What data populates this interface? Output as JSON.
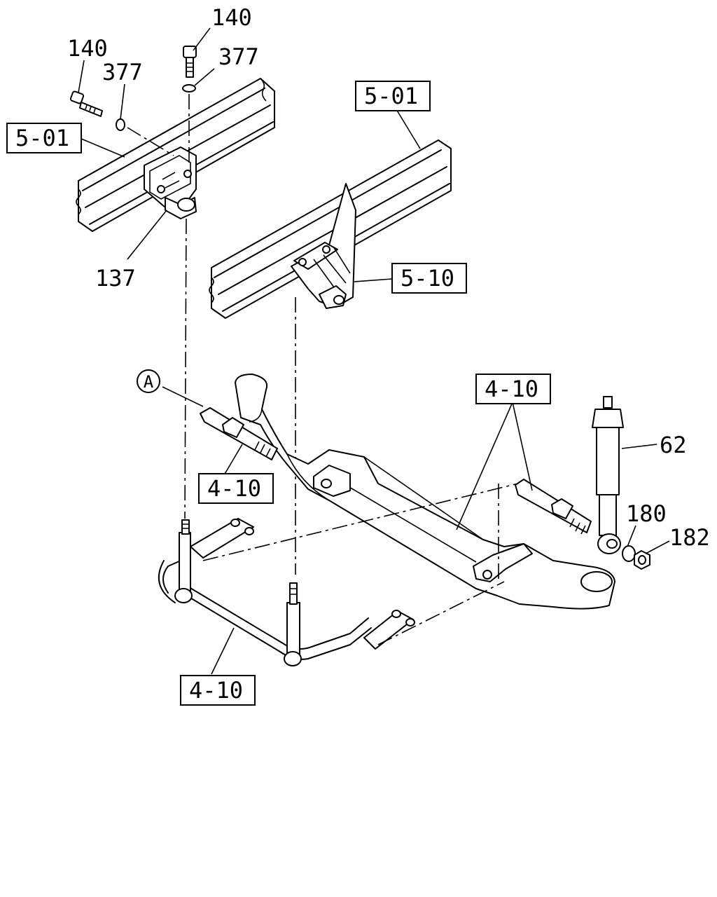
{
  "callouts": {
    "bolt_top": "140",
    "bolt_left": "140",
    "washer_top": "377",
    "washer_left": "377",
    "bracket": "137",
    "shock_absorber": "62",
    "washer_shock": "180",
    "nut_shock": "182"
  },
  "refs": {
    "frame_left": "5-01",
    "frame_right": "5-01",
    "bracket_right": "5-10",
    "axle_top": "4-10",
    "pin_left": "4-10",
    "stabilizer": "4-10"
  },
  "view_marker": "A"
}
